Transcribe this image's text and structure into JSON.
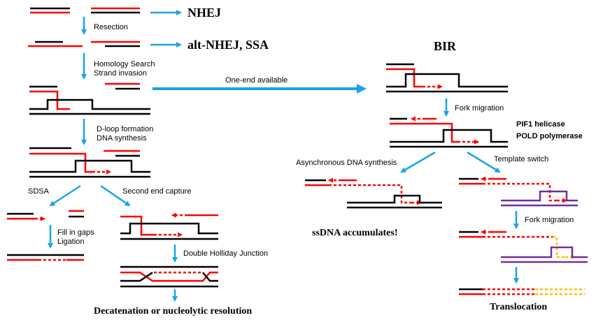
{
  "pathways": {
    "nhej": "NHEJ",
    "alt": "alt-NHEJ, SSA",
    "bir": "BIR"
  },
  "steps": {
    "resection": "Resection",
    "homology_search": "Homology Search",
    "strand_invasion": "Strand invasion",
    "dloop": "D-loop formation",
    "dna_synthesis": "DNA synthesis",
    "sdsa": "SDSA",
    "second_end": "Second end capture",
    "fill_gaps": "Fill in gaps",
    "ligation": "Ligation",
    "dhj": "Double Holliday Junction",
    "resolution": "Decatenation or nucleolytic resolution",
    "one_end": "One-end available",
    "fork_migration_1": "Fork migration",
    "pif1": "PIF1 helicase",
    "pold": "POLD polymerase",
    "async": "Asynchronous DNA synthesis",
    "template_switch": "Template switch",
    "ssdna": "ssDNA accumulates!",
    "fork_migration_2": "Fork migration",
    "translocation": "Translocation"
  },
  "colors": {
    "dna_black": "#000000",
    "dna_red": "#ff0000",
    "arrow_blue": "#1aa3e8",
    "purple": "#7030a0",
    "orange": "#ffc000"
  }
}
